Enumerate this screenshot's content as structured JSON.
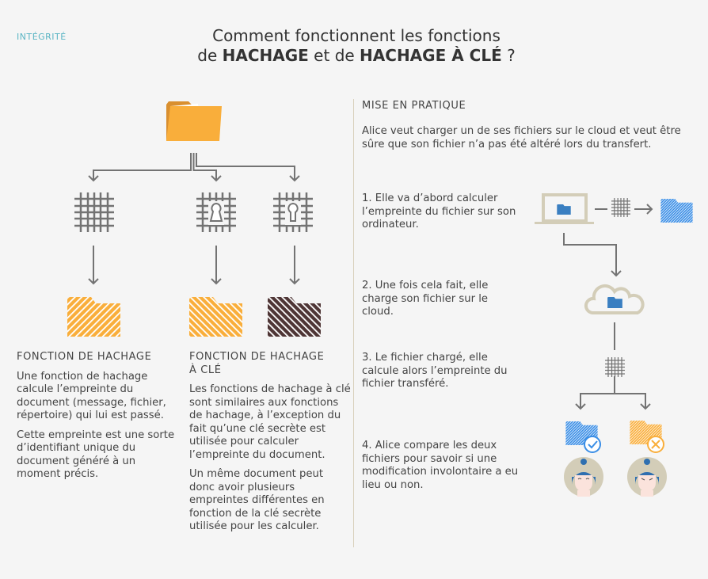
{
  "tag": "INTÉGRITÉ",
  "title": {
    "line1": "Comment fonctionnent les fonctions",
    "de1": "de ",
    "hachage": "HACHAGE",
    "et": " et de ",
    "hachage_cle": "HACHAGE À CLÉ",
    "q": " ?"
  },
  "left": {
    "col1": {
      "heading": "FONCTION DE HACHAGE",
      "paragraphs": [
        "Une fonction de hachage calcule l’empreinte du document (message, fichier, répertoire) qui lui est passé.",
        "Cette empreinte est une sorte d’identifiant unique du document généré à un moment précis."
      ]
    },
    "col2": {
      "heading": "FONCTION DE HACHAGE À CLÉ",
      "paragraphs": [
        "Les fonctions de hachage à clé sont similaires aux fonctions de hachage, à l’exception du fait qu’une clé secrète est utilisée pour calculer l’empreinte du document.",
        "Un même document peut donc avoir plusieurs empreintes différentes en fonction de la clé secrète utilisée pour les calculer."
      ]
    }
  },
  "right": {
    "heading": "MISE EN PRATIQUE",
    "intro": "Alice veut charger un de ses fichiers sur le cloud et veut être sûre que son fichier n’a pas été altéré lors du transfert.",
    "steps": [
      "1. Elle va d’abord calculer l’empreinte du fichier sur son ordinateur.",
      "2. Une fois cela fait, elle charge son fichier sur le cloud.",
      "3. Le fichier chargé, elle calcule alors l’empreinte du fichier transféré.",
      "4. Alice compare les deux fichiers pour savoir si une modification involontaire a eu lieu ou non."
    ]
  },
  "colors": {
    "orange": "#f9ae3b",
    "dark_brown": "#4e3535",
    "blue": "#3a8ee6",
    "gray_line": "#737373",
    "beige": "#d3cdb8",
    "teal": "#5bb5c4"
  }
}
